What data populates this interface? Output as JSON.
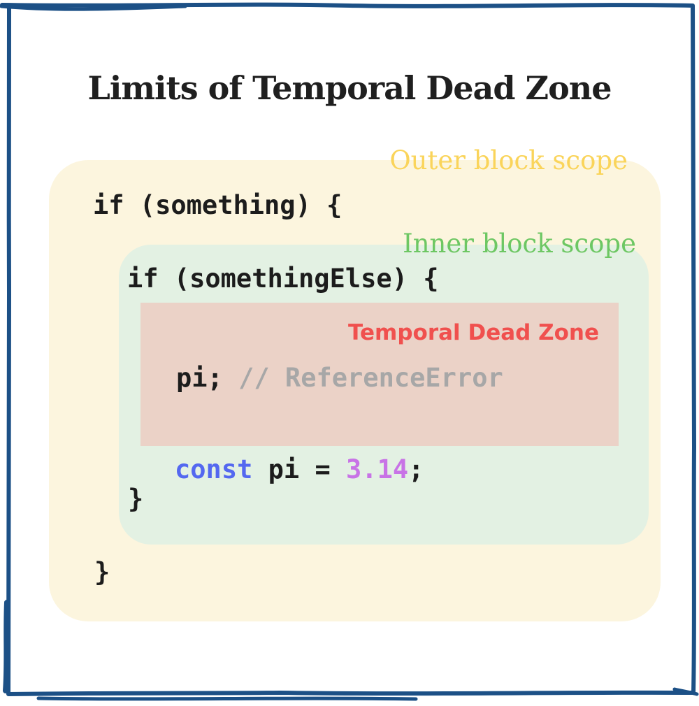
{
  "title": "Limits of Temporal Dead Zone",
  "diagram": {
    "outer_scope": {
      "label": "Outer block scope",
      "open_line": "if (something) {",
      "close_line": "}"
    },
    "inner_scope": {
      "label": "Inner block scope",
      "open_line": "if (somethingElse) {",
      "close_line": "}"
    },
    "tdz": {
      "label": "Temporal Dead Zone",
      "statement": "pi;",
      "comment": "// ReferenceError"
    },
    "declaration": {
      "keyword": "const",
      "variable": "pi",
      "operator": "=",
      "value": "3.14",
      "semicolon": ";"
    }
  },
  "colors": {
    "border_blue": "#1c5086",
    "outer_box_bg": "#fcf5de",
    "outer_label": "#fad45a",
    "inner_box_bg": "#e3f1e3",
    "inner_label": "#6dc763",
    "tdz_box_bg": "#ebd2c7",
    "tdz_label": "#f0504e",
    "code_text": "#1c1c1c",
    "comment_gray": "#a7a7a7",
    "keyword_blue": "#5468f0",
    "number_purple": "#c873e6"
  }
}
